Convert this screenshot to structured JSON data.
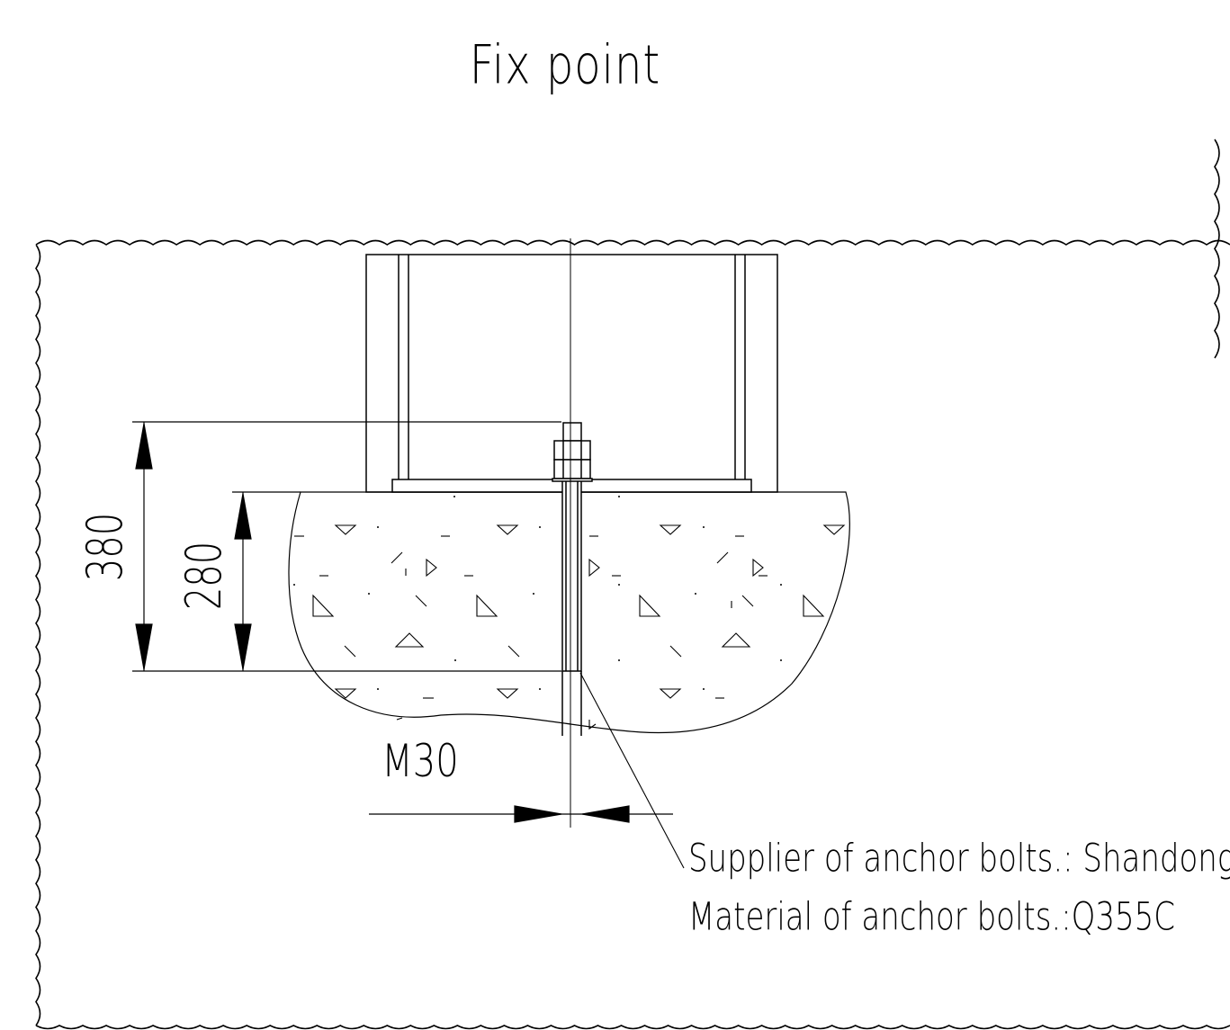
{
  "title": "Fix  point",
  "dimensions": {
    "overall_height": "380",
    "embed_depth": "280",
    "bolt_size": "M30"
  },
  "notes": {
    "supplier": "Supplier of anchor bolts.: Shandong Tianli",
    "material": "Material of anchor bolts.:Q355C"
  },
  "colors": {
    "line": "#000000",
    "background": "#ffffff"
  }
}
